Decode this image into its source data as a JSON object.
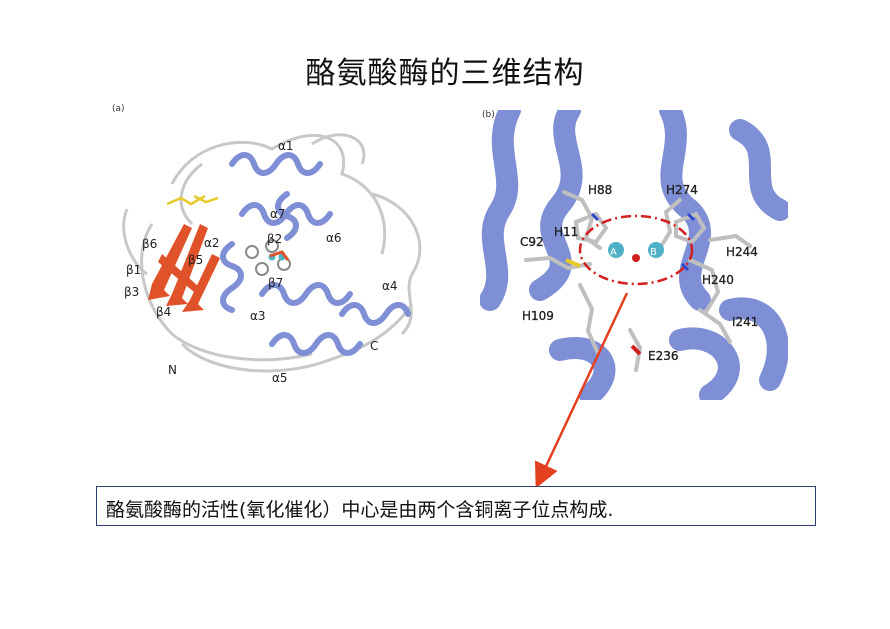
{
  "slide": {
    "title": "酪氨酸酶的三维结构",
    "caption": "酪氨酸酶的活性(氧化催化）中心是由两个含铜离子位点构成."
  },
  "panel_a": {
    "tag": "(a)",
    "labels": {
      "a1": "α1",
      "a2": "α2",
      "a3": "α3",
      "a4": "α4",
      "a5": "α5",
      "a6": "α6",
      "a7": "α7",
      "b1": "β1",
      "b2": "β2",
      "b3": "β3",
      "b4": "β4",
      "b5": "β5",
      "b6": "β6",
      "b7": "β7",
      "n": "N",
      "c": "C"
    }
  },
  "panel_b": {
    "tag": "(b)",
    "labels": {
      "h88": "H88",
      "h274": "H274",
      "h111": "H11",
      "c92": "C92",
      "h244": "H244",
      "h240": "H240",
      "h109": "H109",
      "i241": "I241",
      "e236": "E236",
      "site_a": "A",
      "site_b": "B"
    }
  },
  "colors": {
    "helix": "#7f8fd6",
    "sheet": "#e0522a",
    "loop": "#c8c8c8",
    "ring": "#d21f1f",
    "copper": "#4fb0c6",
    "arrow": "#e2401e",
    "box": "#2b3f73"
  }
}
